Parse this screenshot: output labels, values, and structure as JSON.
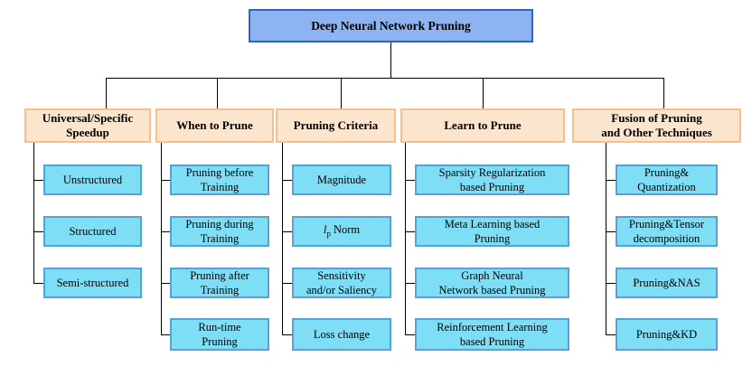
{
  "diagram_title": "Deep Neural Network Pruning",
  "colors": {
    "root_fill": "#8DB4F1",
    "root_border": "#2E64C8",
    "category_fill": "#FCE5CD",
    "category_border": "#F5C08C",
    "leaf_fill": "#7EDEF6",
    "leaf_border": "#56A2D4",
    "connector": "#000000",
    "background": "#FFFFFF"
  },
  "root": {
    "label": "Deep Neural Network Pruning"
  },
  "columns": [
    {
      "header": "Universal/Specific Speedup",
      "header_lines": [
        "Universal/Specific",
        "Speedup"
      ],
      "leaves": [
        [
          "Unstructured"
        ],
        [
          "Structured"
        ],
        [
          "Semi-structured"
        ]
      ]
    },
    {
      "header": "When to Prune",
      "header_lines": [
        "When to Prune"
      ],
      "leaves": [
        [
          "Pruning before",
          "Training"
        ],
        [
          "Pruning during",
          "Training"
        ],
        [
          "Pruning after",
          "Training"
        ],
        [
          "Run-time",
          "Pruning"
        ]
      ]
    },
    {
      "header": "Pruning Criteria",
      "header_lines": [
        "Pruning Criteria"
      ],
      "leaves": [
        [
          "Magnitude"
        ],
        {
          "math_italic": "l",
          "math_sub": "p",
          "text": " Norm"
        },
        [
          "Sensitivity",
          "and/or Saliency"
        ],
        [
          "Loss change"
        ]
      ]
    },
    {
      "header": "Learn to Prune",
      "header_lines": [
        "Learn to Prune"
      ],
      "leaves": [
        [
          "Sparsity Regularization",
          "based Pruning"
        ],
        [
          "Meta Learning based",
          "Pruning"
        ],
        [
          "Graph Neural",
          "Network based Pruning"
        ],
        [
          "Reinforcement Learning",
          "based Pruning"
        ]
      ]
    },
    {
      "header": "Fusion of Pruning and Other Techniques",
      "header_lines": [
        "Fusion of Pruning",
        "and Other Techniques"
      ],
      "leaves": [
        [
          "Pruning&",
          "Quantization"
        ],
        [
          "Pruning&Tensor",
          "decomposition"
        ],
        [
          "Pruning&NAS"
        ],
        [
          "Pruning&KD"
        ]
      ]
    }
  ]
}
